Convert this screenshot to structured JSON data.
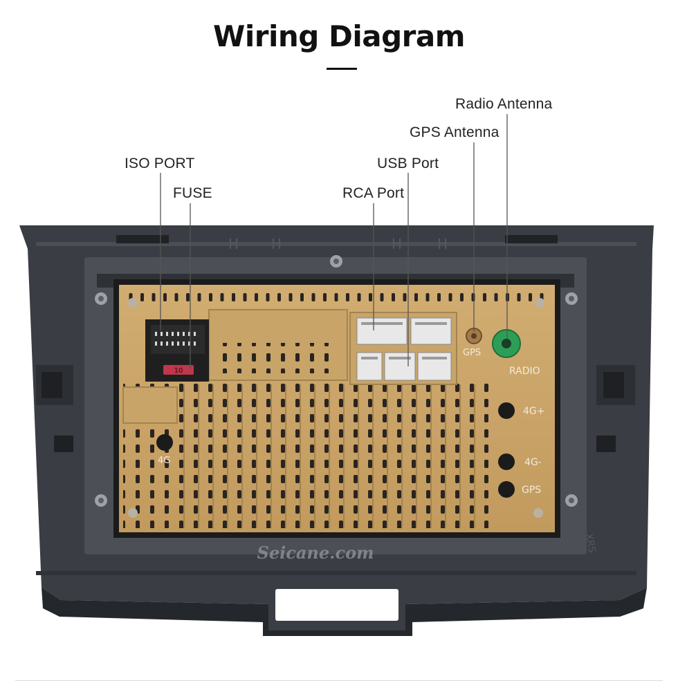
{
  "page": {
    "title": "Wiring Diagram"
  },
  "callouts": {
    "iso_port": "ISO PORT",
    "fuse": "FUSE",
    "rca_port": "RCA Port",
    "usb_port": "USB Port",
    "gps_antenna": "GPS  Antenna",
    "radio_antenna": "Radio Antenna"
  },
  "unit_labels": {
    "gps": "GPS",
    "radio": "RADIO",
    "four_g_plus": "4G+",
    "four_g_minus": "4G-",
    "gps_lower": "GPS",
    "four_g": "4G",
    "fuse_rating": "10"
  },
  "watermark": "Seicane.com",
  "frame_marking": "XRS",
  "colors": {
    "frame": "#3a3d43",
    "frame_dark": "#24272b",
    "housing": "#c9a36a",
    "housing_dark": "#9c7a46",
    "connector": "#e6e6e6",
    "radio_jack": "#2e9e57",
    "leader_line": "#555555"
  }
}
